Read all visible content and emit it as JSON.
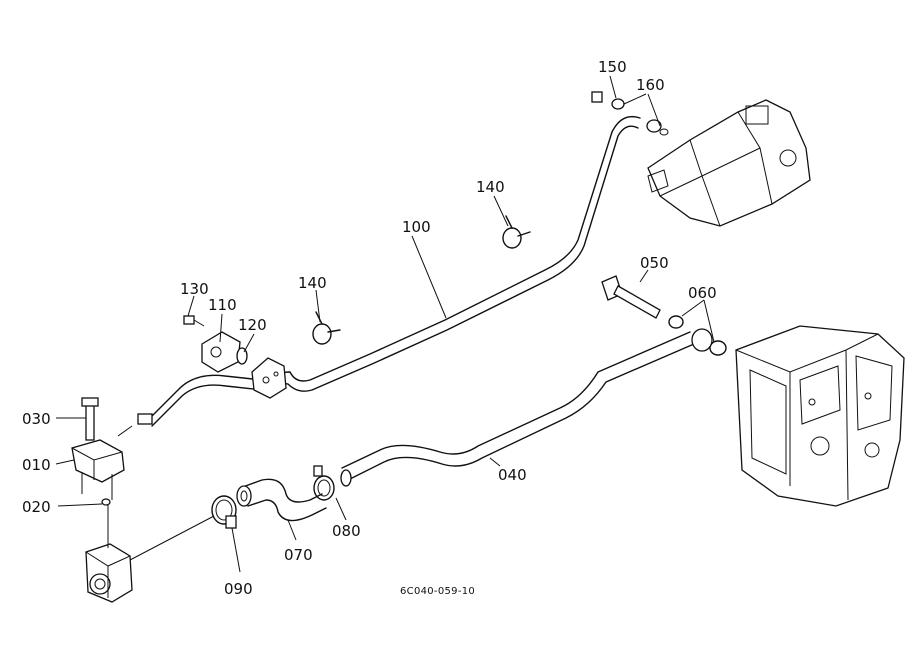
{
  "diagram": {
    "drawing_code": "6C040-059-10",
    "parts": {
      "p010": "010",
      "p020": "020",
      "p030": "030",
      "p040": "040",
      "p050": "050",
      "p060": "060",
      "p070": "070",
      "p080": "080",
      "p090": "090",
      "p100": "100",
      "p110": "110",
      "p120": "120",
      "p130": "130",
      "p140a": "140",
      "p140b": "140",
      "p150": "150",
      "p160": "160"
    }
  }
}
